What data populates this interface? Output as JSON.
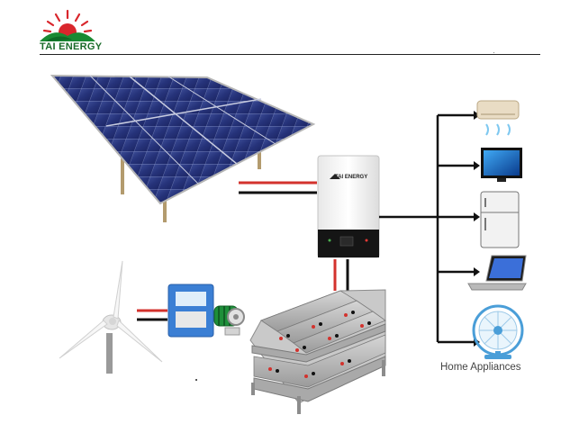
{
  "header": {
    "logo_text": "TAI ENERGY"
  },
  "inverter": {
    "brand": "TAI ENERGY"
  },
  "appliances": {
    "label": "Home Appliances",
    "items": [
      "air-conditioner",
      "television",
      "refrigerator",
      "laptop",
      "fan"
    ]
  },
  "colors": {
    "logo_green": "#1a6b2a",
    "logo_red": "#d9262c",
    "wire_red": "#d3322d",
    "wire_black": "#111111",
    "panel_blue": "#2b3a7a"
  }
}
